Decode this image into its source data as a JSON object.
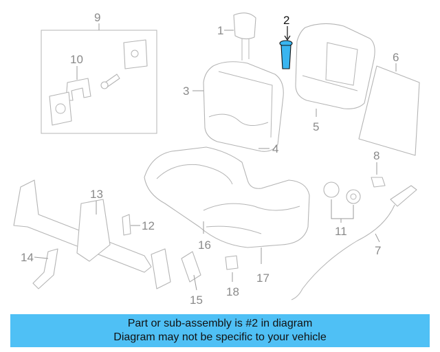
{
  "diagram": {
    "highlight_color": "#4fc0f5",
    "callouts": {
      "c1": "1",
      "c2": "2",
      "c3": "3",
      "c4": "4",
      "c5": "5",
      "c6": "6",
      "c7": "7",
      "c8": "8",
      "c9": "9",
      "c10": "10",
      "c11": "11",
      "c12": "12",
      "c13": "13",
      "c14": "14",
      "c15": "15",
      "c16": "16",
      "c17": "17",
      "c18": "18"
    },
    "highlighted_callout": "2"
  },
  "banner": {
    "line1": "Part or sub-assembly is #2 in diagram",
    "line2": "Diagram may not be specific to your vehicle"
  }
}
